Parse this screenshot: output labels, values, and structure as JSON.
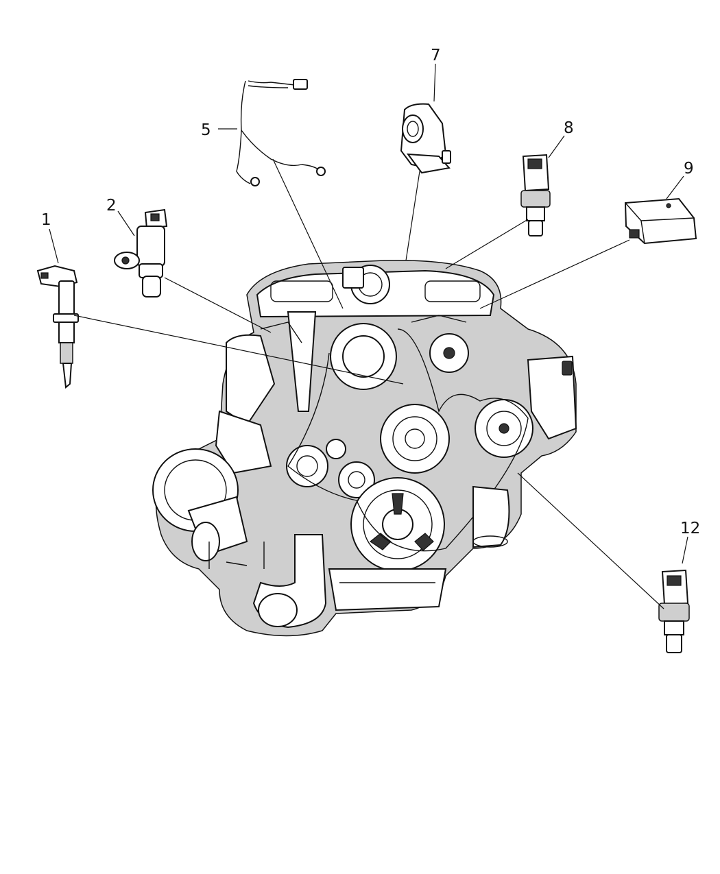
{
  "callouts": [
    "1",
    "2",
    "5",
    "7",
    "8",
    "9",
    "12"
  ],
  "icons": {
    "engine": "engine-assembly-illustration",
    "part_1": "ignition-coil-sensor",
    "part_2": "camshaft-position-sensor",
    "part_5": "wiring-harness-sensor",
    "part_7": "throttle-position-sensor",
    "part_8": "temperature-sensor",
    "part_9": "map-sensor-module",
    "part_12": "pressure-sensor"
  }
}
